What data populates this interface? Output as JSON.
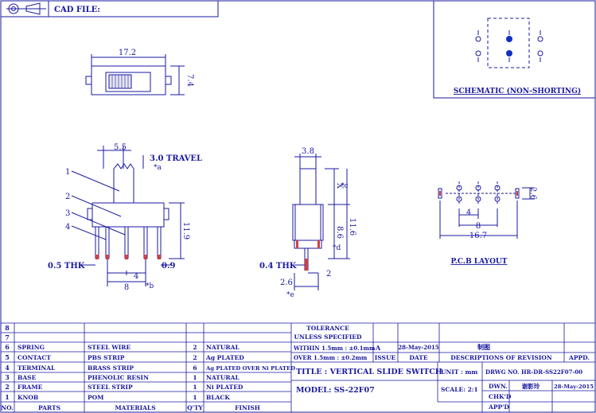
{
  "cad_file_label": "CAD FILE:",
  "schematic_label": "SCHEMATIC (NON-SHORTING)",
  "pcb_label": "P.C.B LAYOUT",
  "dims": {
    "top_width": "17.2",
    "top_height": "7.4",
    "front_pitch": "5.5",
    "travel": "3.0 TRAVEL",
    "travel_ref": "*a",
    "front_height": "11.9",
    "thk_terminal": "0.5 THK",
    "pin_w": "0.9",
    "pitch_4": "4",
    "pitch_8": "8",
    "ref_b": "*b",
    "side_width": "3.8",
    "side_x": "X",
    "side_c": "*c",
    "side_86": "8.6",
    "side_116": "11.6",
    "side_d": "*d",
    "side_thk": "0.4 THK",
    "side_2": "2",
    "side_26": "2.6",
    "side_e": "*e",
    "pcb_26": "2.6",
    "pcb_4": "4",
    "pcb_8": "8",
    "pcb_167": "16.7"
  },
  "callouts": [
    "1",
    "2",
    "3",
    "4"
  ],
  "bom": {
    "headers": {
      "no": "NO.",
      "parts": "PARTS",
      "materials": "MATERIALS",
      "qty": "Q'TY",
      "finish": "FINISH"
    },
    "rows": [
      {
        "no": "8",
        "parts": "",
        "materials": "",
        "qty": "",
        "finish": ""
      },
      {
        "no": "7",
        "parts": "",
        "materials": "",
        "qty": "",
        "finish": ""
      },
      {
        "no": "6",
        "parts": "SPRING",
        "materials": "STEEL WIRE",
        "qty": "2",
        "finish": "NATURAL"
      },
      {
        "no": "5",
        "parts": "CONTACT",
        "materials": "PBS STRIP",
        "qty": "2",
        "finish": "Ag PLATED"
      },
      {
        "no": "4",
        "parts": "TERMINAL",
        "materials": "BRASS STRIP",
        "qty": "6",
        "finish": "Ag PLATED OVER Ni PLATED"
      },
      {
        "no": "3",
        "parts": "BASE",
        "materials": "PHENOLIC RESIN",
        "qty": "1",
        "finish": "NATURAL"
      },
      {
        "no": "2",
        "parts": "FRAME",
        "materials": "STEEL STRIP",
        "qty": "1",
        "finish": "Ni PLATED"
      },
      {
        "no": "1",
        "parts": "KNOB",
        "materials": "POM",
        "qty": "1",
        "finish": "BLACK"
      }
    ]
  },
  "tolerance": {
    "title": "TOLERANCE",
    "subtitle": "UNLESS SPECIFIED",
    "line1": "WITHIN 1.5mm : ±0.1mm",
    "line2": "OVER 1.5mm : ±0.2mm"
  },
  "revision": {
    "rev": "A",
    "date": "28-May-2015",
    "description": "制图",
    "h_issue": "ISSUE",
    "h_date": "DATE",
    "h_desc": "DESCRIPTIONS OF REVISION",
    "h_appd": "APPD."
  },
  "title_block": {
    "title": "TITLE :  VERTICAL SLIDE SWITCH",
    "model": "MODEL:  SS-22F07",
    "unit": "UNIT :  mm",
    "scale": "SCALE:  2:1",
    "drwg": "DRWG NO.  HR-DR-SS22F07-00",
    "dwn_label": "DWN.",
    "dwn_name": "谢影玲",
    "dwn_date": "28-May-2015",
    "chkd_label": "CHK'D",
    "appd_label": "APP'D"
  },
  "colors": {
    "ink": "#1a1aa0",
    "pin_tip": "#d04040",
    "dot": "#1030c0"
  }
}
